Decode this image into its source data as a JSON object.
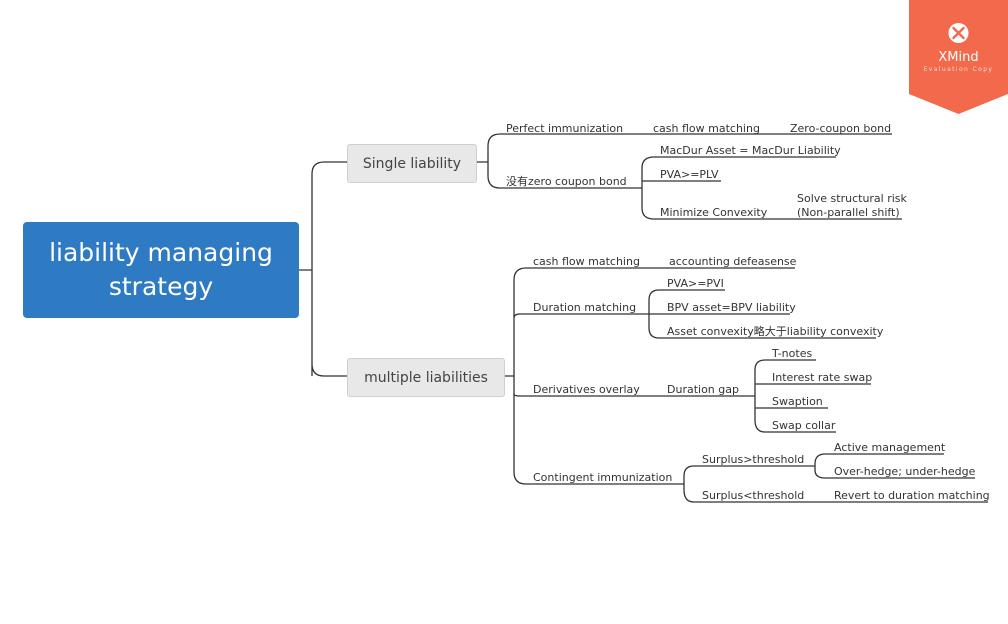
{
  "root": {
    "line1": "liability managing",
    "line2": "strategy"
  },
  "branches": {
    "single": "Single liability",
    "multiple": "multiple liabilities"
  },
  "single": {
    "perfect": "Perfect immunization",
    "cashflow": "cash flow matching",
    "zero": "Zero-coupon bond",
    "nozero": "没有zero coupon bond",
    "macdur": "MacDur Asset = MacDur Liability",
    "pva": "PVA>=PLV",
    "minconv": "Minimize Convexity",
    "structural1": "Solve structural risk",
    "structural2": "(Non-parallel shift)"
  },
  "multiple": {
    "cashflow": "cash flow matching",
    "defeasance": "accounting defeasense",
    "duration": "Duration matching",
    "pva": "PVA>=PVI",
    "bpv": "BPV asset=BPV liability",
    "convexity": "Asset convexity略大于liability convexity",
    "derivatives": "Derivatives overlay",
    "gap": "Duration gap",
    "tnotes": "T-notes",
    "irswap": "Interest rate swap",
    "swaption": "Swaption",
    "collar": "Swap collar",
    "contingent": "Contingent immunization",
    "surplus_above": "Surplus>threshold",
    "active": "Active management",
    "overhedge": "Over-hedge; under-hedge",
    "surplus_below": "Surplus<threshold",
    "revert": "Revert to duration matching"
  },
  "badge": {
    "name": "XMind",
    "sub": "Evaluation Copy",
    "color": "#f26a4b"
  },
  "colors": {
    "root": "#2e7bc4",
    "line": "#333333"
  }
}
